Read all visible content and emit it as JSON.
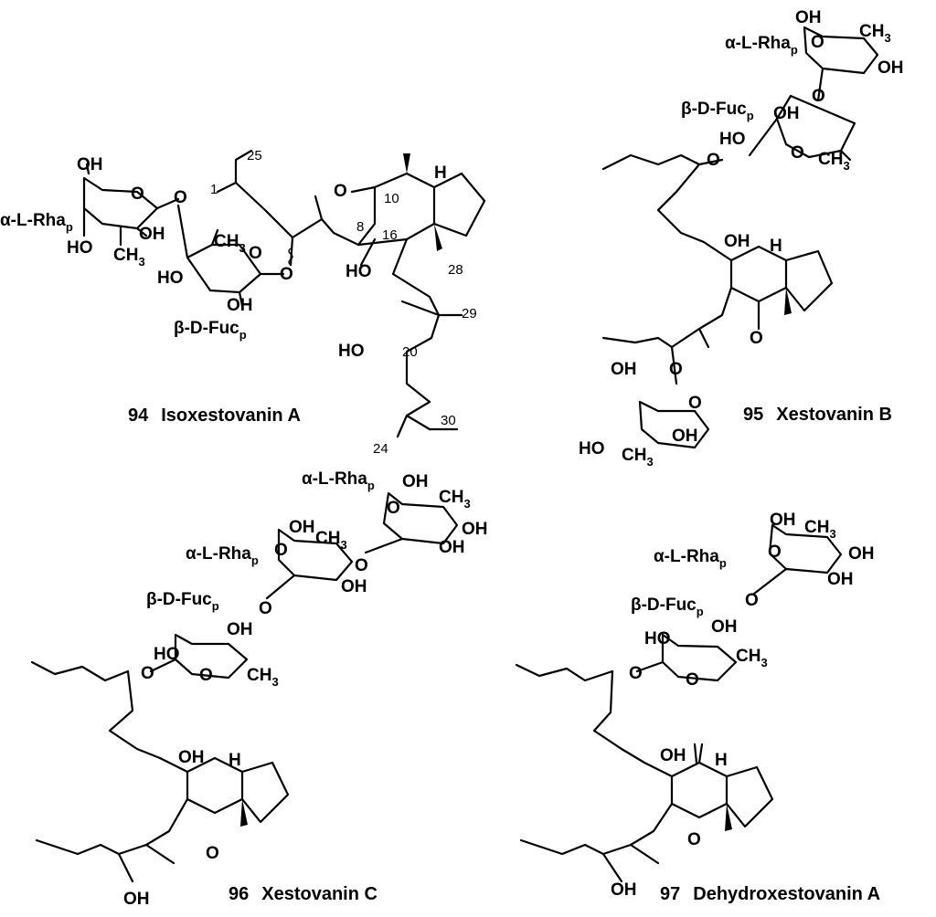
{
  "labels": {
    "oh": "OH",
    "ho": "HO",
    "o": "O",
    "h": "H",
    "ch3": "CH",
    "sub3": "3",
    "subp": "p",
    "rha": "α-L-Rha",
    "fuc": "β-D-Fuc"
  },
  "atom_numbers": [
    "25",
    "1",
    "10",
    "8",
    "16",
    "28",
    "29",
    "20",
    "30",
    "24"
  ],
  "compounds": [
    {
      "number": "94",
      "name": "Isoxestovanin A"
    },
    {
      "number": "95",
      "name": "Xestovanin B"
    },
    {
      "number": "96",
      "name": "Xestovanin C"
    },
    {
      "number": "97",
      "name": "Dehydroxestovanin A"
    }
  ]
}
